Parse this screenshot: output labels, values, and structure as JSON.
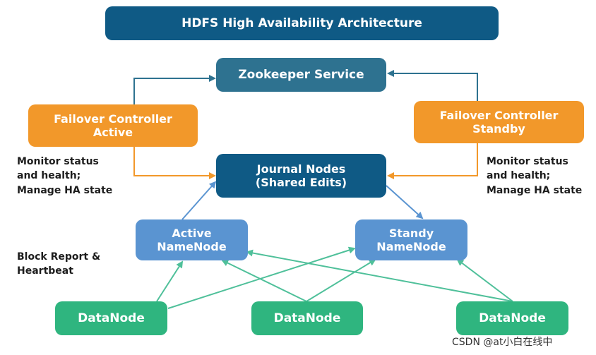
{
  "diagram": {
    "title": "HDFS High Availability Architecture",
    "zookeeper": "Zookeeper Service",
    "failover_active": "Failover Controller\nActive",
    "failover_standby": "Failover Controller\nStandby",
    "journal_nodes": "Journal Nodes\n(Shared Edits)",
    "active_namenode": "Active\nNameNode",
    "standby_namenode": "Standy\nNameNode",
    "datanodes": [
      "DataNode",
      "DataNode",
      "DataNode"
    ],
    "label_monitor_left": "Monitor status\nand health;\nManage HA state",
    "label_monitor_right": "Monitor status\nand health;\nManage HA state",
    "label_block_report": "Block Report &\nHeartbeat"
  },
  "watermark": "CSDN @at小白在线中",
  "colors": {
    "navy": "#0f5a85",
    "teal": "#2e7290",
    "orange": "#f2982a",
    "blue": "#5a94d1",
    "green": "#2fb57f",
    "edge_blue": "#2e7290",
    "edge_orange": "#f2982a",
    "edge_namenode": "#5a94d1",
    "edge_green": "#4fc09a"
  }
}
